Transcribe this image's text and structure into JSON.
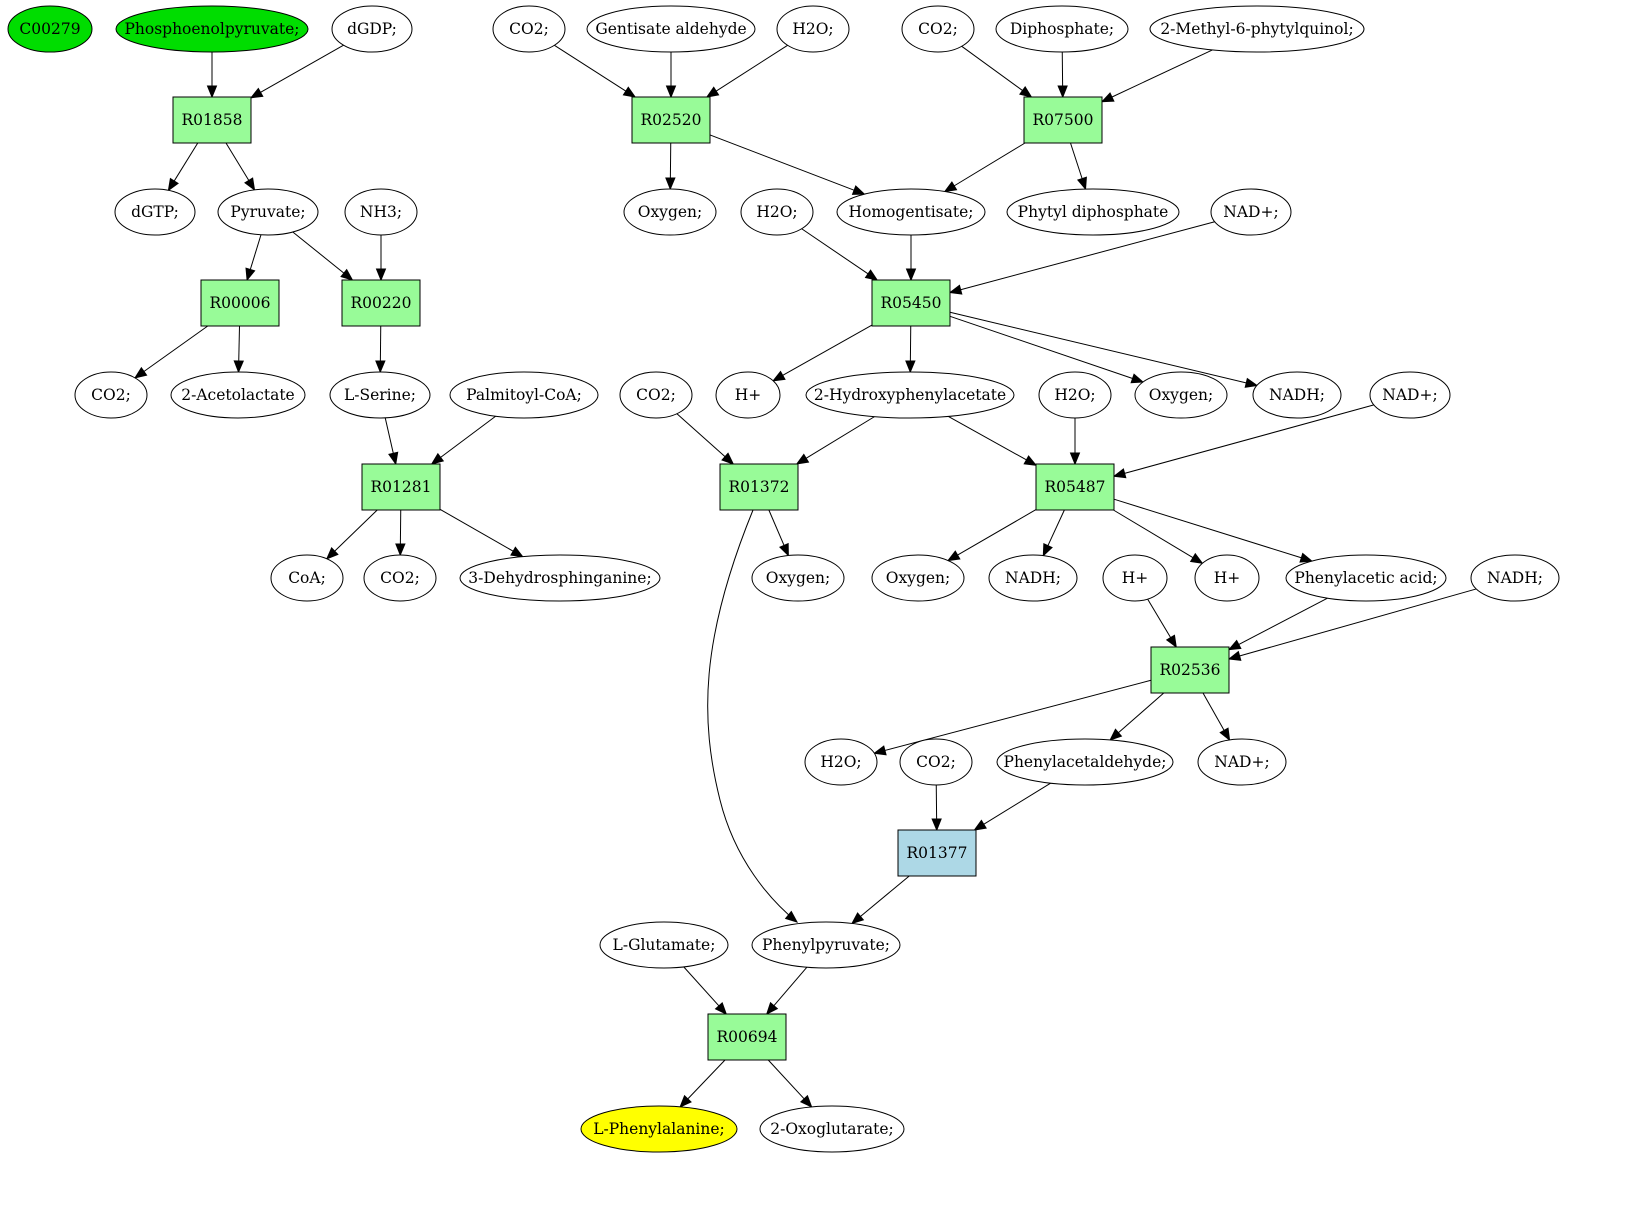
{
  "colors": {
    "background": "#ffffff",
    "compound_default": "#ffffff",
    "compound_source": "#00dd00",
    "compound_target": "#ffff00",
    "reaction_default": "#98fb98",
    "reaction_highlight": "#add8e6",
    "stroke": "#000000"
  },
  "nodes": [
    {
      "id": "c_C00279",
      "type": "compound",
      "label": "C00279",
      "fill": "#00dd00"
    },
    {
      "id": "c_pep",
      "type": "compound",
      "label": "Phosphoenolpyruvate;",
      "fill": "#00dd00"
    },
    {
      "id": "c_dgdp",
      "type": "compound",
      "label": "dGDP;"
    },
    {
      "id": "c_co2_a",
      "type": "compound",
      "label": "CO2;"
    },
    {
      "id": "c_gent_ald",
      "type": "compound",
      "label": "Gentisate aldehyde"
    },
    {
      "id": "c_h2o_a",
      "type": "compound",
      "label": "H2O;"
    },
    {
      "id": "c_co2_b",
      "type": "compound",
      "label": "CO2;"
    },
    {
      "id": "c_diphos",
      "type": "compound",
      "label": "Diphosphate;"
    },
    {
      "id": "c_mpq",
      "type": "compound",
      "label": "2-Methyl-6-phytylquinol;"
    },
    {
      "id": "r_R01858",
      "type": "reaction",
      "label": "R01858"
    },
    {
      "id": "r_R02520",
      "type": "reaction",
      "label": "R02520"
    },
    {
      "id": "r_R07500",
      "type": "reaction",
      "label": "R07500"
    },
    {
      "id": "c_dgtp",
      "type": "compound",
      "label": "dGTP;"
    },
    {
      "id": "c_pyruvate",
      "type": "compound",
      "label": "Pyruvate;"
    },
    {
      "id": "c_nh3",
      "type": "compound",
      "label": "NH3;"
    },
    {
      "id": "c_oxy_a",
      "type": "compound",
      "label": "Oxygen;"
    },
    {
      "id": "c_h2o_b",
      "type": "compound",
      "label": "H2O;"
    },
    {
      "id": "c_homogent",
      "type": "compound",
      "label": "Homogentisate;"
    },
    {
      "id": "c_phytyl",
      "type": "compound",
      "label": "Phytyl diphosphate"
    },
    {
      "id": "c_nad_a",
      "type": "compound",
      "label": "NAD+;"
    },
    {
      "id": "r_R00006",
      "type": "reaction",
      "label": "R00006"
    },
    {
      "id": "r_R00220",
      "type": "reaction",
      "label": "R00220"
    },
    {
      "id": "r_R05450",
      "type": "reaction",
      "label": "R05450"
    },
    {
      "id": "c_co2_c",
      "type": "compound",
      "label": "CO2;"
    },
    {
      "id": "c_acetolac",
      "type": "compound",
      "label": "2-Acetolactate"
    },
    {
      "id": "c_serine",
      "type": "compound",
      "label": "L-Serine;"
    },
    {
      "id": "c_palm",
      "type": "compound",
      "label": "Palmitoyl-CoA;"
    },
    {
      "id": "c_co2_d",
      "type": "compound",
      "label": "CO2;"
    },
    {
      "id": "c_hplus_a",
      "type": "compound",
      "label": "H+"
    },
    {
      "id": "c_2hpa",
      "type": "compound",
      "label": "2-Hydroxyphenylacetate"
    },
    {
      "id": "c_h2o_c",
      "type": "compound",
      "label": "H2O;"
    },
    {
      "id": "c_oxy_b",
      "type": "compound",
      "label": "Oxygen;"
    },
    {
      "id": "c_nadh_a",
      "type": "compound",
      "label": "NADH;"
    },
    {
      "id": "c_nad_b",
      "type": "compound",
      "label": "NAD+;"
    },
    {
      "id": "r_R01281",
      "type": "reaction",
      "label": "R01281"
    },
    {
      "id": "r_R01372",
      "type": "reaction",
      "label": "R01372"
    },
    {
      "id": "r_R05487",
      "type": "reaction",
      "label": "R05487"
    },
    {
      "id": "c_coa",
      "type": "compound",
      "label": "CoA;"
    },
    {
      "id": "c_co2_e",
      "type": "compound",
      "label": "CO2;"
    },
    {
      "id": "c_3dhs",
      "type": "compound",
      "label": "3-Dehydrosphinganine;"
    },
    {
      "id": "c_oxy_c",
      "type": "compound",
      "label": "Oxygen;"
    },
    {
      "id": "c_oxy_d",
      "type": "compound",
      "label": "Oxygen;"
    },
    {
      "id": "c_nadh_b",
      "type": "compound",
      "label": "NADH;"
    },
    {
      "id": "c_hplus_b",
      "type": "compound",
      "label": "H+"
    },
    {
      "id": "c_hplus_c",
      "type": "compound",
      "label": "H+"
    },
    {
      "id": "c_phac",
      "type": "compound",
      "label": "Phenylacetic acid;"
    },
    {
      "id": "c_nadh_c",
      "type": "compound",
      "label": "NADH;"
    },
    {
      "id": "r_R02536",
      "type": "reaction",
      "label": "R02536"
    },
    {
      "id": "c_h2o_d",
      "type": "compound",
      "label": "H2O;"
    },
    {
      "id": "c_co2_f",
      "type": "compound",
      "label": "CO2;"
    },
    {
      "id": "c_phald",
      "type": "compound",
      "label": "Phenylacetaldehyde;"
    },
    {
      "id": "c_nad_c",
      "type": "compound",
      "label": "NAD+;"
    },
    {
      "id": "r_R01377",
      "type": "reaction",
      "label": "R01377",
      "fill": "#add8e6"
    },
    {
      "id": "c_glu",
      "type": "compound",
      "label": "L-Glutamate;"
    },
    {
      "id": "c_phpyr",
      "type": "compound",
      "label": "Phenylpyruvate;"
    },
    {
      "id": "r_R00694",
      "type": "reaction",
      "label": "R00694"
    },
    {
      "id": "c_phe",
      "type": "compound",
      "label": "L-Phenylalanine;",
      "fill": "#ffff00"
    },
    {
      "id": "c_oxoglut",
      "type": "compound",
      "label": "2-Oxoglutarate;"
    }
  ],
  "edges": [
    [
      "c_pep",
      "r_R01858"
    ],
    [
      "c_dgdp",
      "r_R01858"
    ],
    [
      "r_R01858",
      "c_dgtp"
    ],
    [
      "r_R01858",
      "c_pyruvate"
    ],
    [
      "c_co2_a",
      "r_R02520"
    ],
    [
      "c_gent_ald",
      "r_R02520"
    ],
    [
      "c_h2o_a",
      "r_R02520"
    ],
    [
      "r_R02520",
      "c_oxy_a"
    ],
    [
      "r_R02520",
      "c_homogent"
    ],
    [
      "c_co2_b",
      "r_R07500"
    ],
    [
      "c_diphos",
      "r_R07500"
    ],
    [
      "c_mpq",
      "r_R07500"
    ],
    [
      "r_R07500",
      "c_homogent"
    ],
    [
      "r_R07500",
      "c_phytyl"
    ],
    [
      "c_pyruvate",
      "r_R00006"
    ],
    [
      "c_pyruvate",
      "r_R00220"
    ],
    [
      "c_nh3",
      "r_R00220"
    ],
    [
      "r_R00006",
      "c_co2_c"
    ],
    [
      "r_R00006",
      "c_acetolac"
    ],
    [
      "r_R00220",
      "c_serine"
    ],
    [
      "c_h2o_b",
      "r_R05450"
    ],
    [
      "c_homogent",
      "r_R05450"
    ],
    [
      "c_nad_a",
      "r_R05450"
    ],
    [
      "r_R05450",
      "c_hplus_a"
    ],
    [
      "r_R05450",
      "c_2hpa"
    ],
    [
      "r_R05450",
      "c_oxy_b"
    ],
    [
      "r_R05450",
      "c_nadh_a"
    ],
    [
      "c_serine",
      "r_R01281"
    ],
    [
      "c_palm",
      "r_R01281"
    ],
    [
      "r_R01281",
      "c_coa"
    ],
    [
      "r_R01281",
      "c_co2_e"
    ],
    [
      "r_R01281",
      "c_3dhs"
    ],
    [
      "c_co2_d",
      "r_R01372"
    ],
    [
      "c_2hpa",
      "r_R01372"
    ],
    [
      "r_R01372",
      "c_oxy_c"
    ],
    [
      "r_R01372",
      "c_phpyr"
    ],
    [
      "c_2hpa",
      "r_R05487"
    ],
    [
      "c_h2o_c",
      "r_R05487"
    ],
    [
      "c_nad_b",
      "r_R05487"
    ],
    [
      "r_R05487",
      "c_oxy_d"
    ],
    [
      "r_R05487",
      "c_nadh_b"
    ],
    [
      "r_R05487",
      "c_hplus_c"
    ],
    [
      "r_R05487",
      "c_phac"
    ],
    [
      "c_hplus_b",
      "r_R02536"
    ],
    [
      "c_phac",
      "r_R02536"
    ],
    [
      "c_nadh_c",
      "r_R02536"
    ],
    [
      "r_R02536",
      "c_h2o_d"
    ],
    [
      "r_R02536",
      "c_phald"
    ],
    [
      "r_R02536",
      "c_nad_c"
    ],
    [
      "c_co2_f",
      "r_R01377"
    ],
    [
      "c_phald",
      "r_R01377"
    ],
    [
      "r_R01377",
      "c_phpyr"
    ],
    [
      "c_glu",
      "r_R00694"
    ],
    [
      "c_phpyr",
      "r_R00694"
    ],
    [
      "r_R00694",
      "c_phe"
    ],
    [
      "r_R00694",
      "c_oxoglut"
    ]
  ]
}
